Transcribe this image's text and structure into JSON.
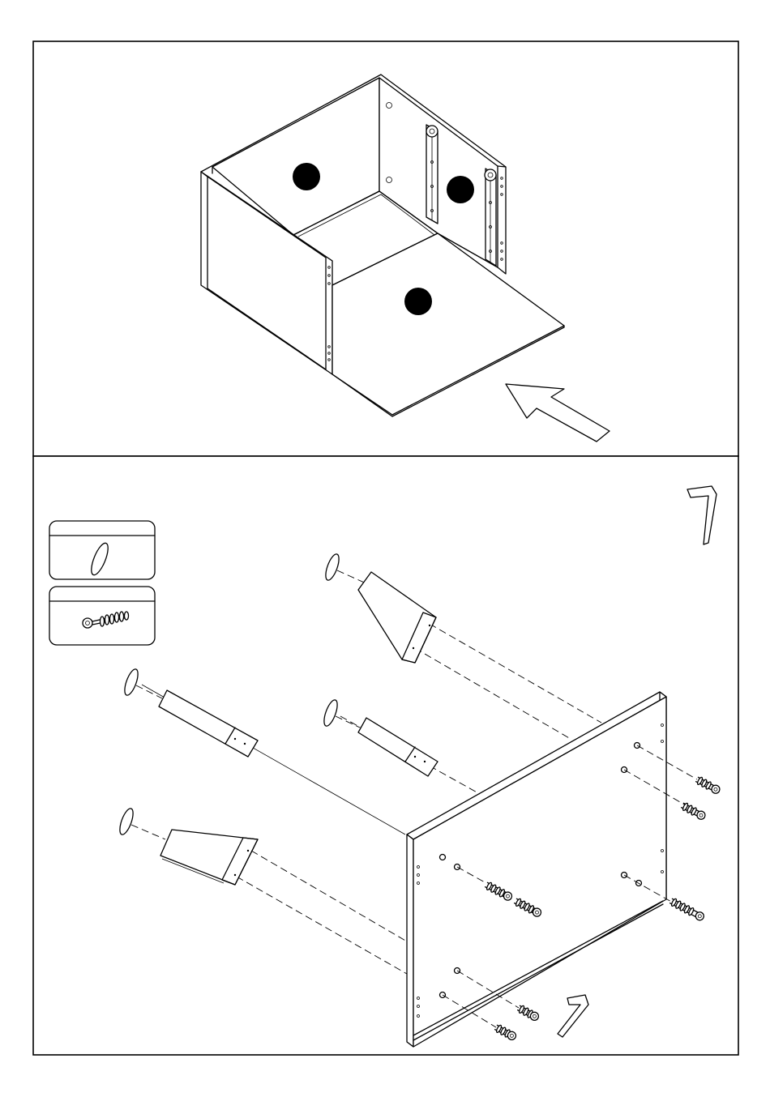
{
  "diagram": {
    "panels": [
      {
        "id": "step-top",
        "contents": [
          "cabinet-box",
          "drawer-slide-left",
          "drawer-slide-right",
          "dot-marker",
          "dot-marker",
          "dot-marker",
          "insert-arrow"
        ]
      },
      {
        "id": "step-bottom",
        "contents": [
          "hardware-legend",
          "feet",
          "base-panel",
          "screws",
          "allen-key",
          "allen-key"
        ]
      }
    ],
    "parts_legend": [
      {
        "icon": "cap-icon"
      },
      {
        "icon": "screw-icon"
      }
    ],
    "colors": {
      "line": "#000000",
      "fill": "#ffffff",
      "marker": "#000000"
    }
  }
}
